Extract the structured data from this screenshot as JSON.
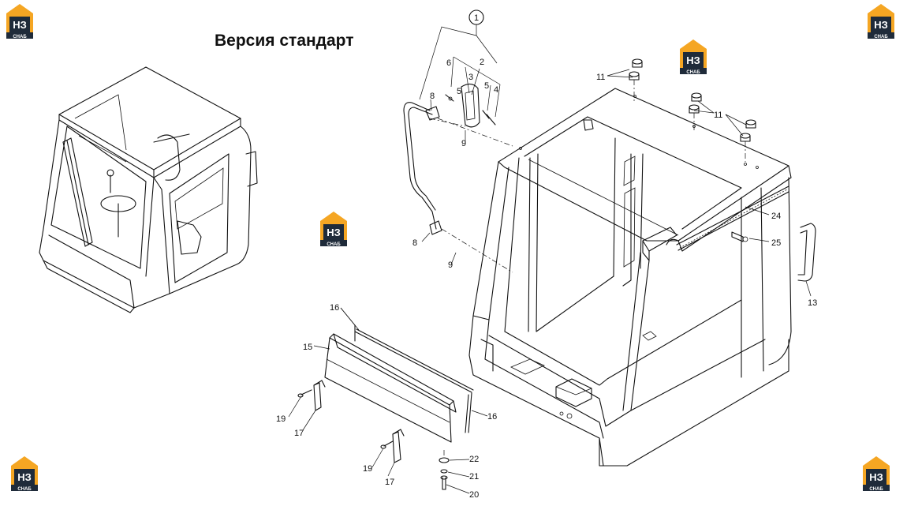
{
  "title": "Версия стандарт",
  "logo": {
    "mark": "НЗ",
    "sub": "СНАБ",
    "color_orange": "#f5a623",
    "color_dark": "#1f2b3a"
  },
  "callouts": {
    "c1": "1",
    "c2": "2",
    "c3": "3",
    "c4": "4",
    "c5a": "5",
    "c5b": "5",
    "c6": "6",
    "c8a": "8",
    "c8b": "8",
    "c9a": "9",
    "c9b": "9",
    "c11a": "11",
    "c11b": "11",
    "c13": "13",
    "c15": "15",
    "c16a": "16",
    "c16b": "16",
    "c17a": "17",
    "c17b": "17",
    "c19a": "19",
    "c19b": "19",
    "c20": "20",
    "c21": "21",
    "c22": "22",
    "c24": "24",
    "c25": "25"
  }
}
